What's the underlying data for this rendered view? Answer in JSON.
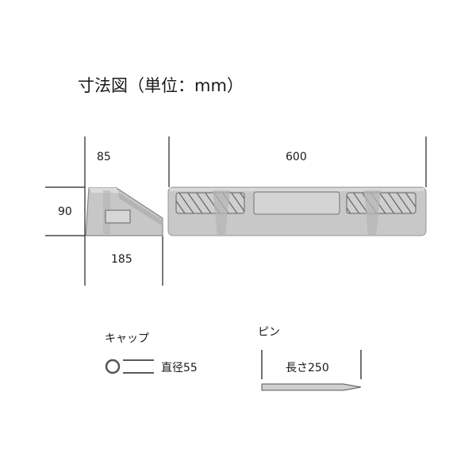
{
  "title": "寸法図（単位：mm）",
  "dimensions": {
    "side_width": "85",
    "height": "90",
    "side_base": "185",
    "length": "600"
  },
  "cap": {
    "label": "キャップ",
    "diameter": "直径55"
  },
  "pin": {
    "label": "ピン",
    "length": "長さ250"
  }
}
